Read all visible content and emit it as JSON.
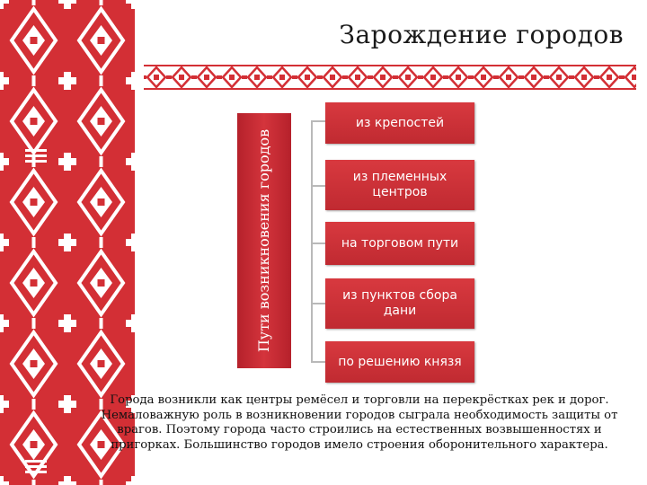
{
  "slide": {
    "title": "Зарождение городов",
    "vertical_label": "Пути возникновения городов",
    "branches": [
      "из крепостей",
      "из племенных центров",
      "на торговом пути",
      "из пунктов сбора дани",
      "по решению князя"
    ],
    "description": "Города возникли как центры ремёсел и торговли на перекрёстках рек и дорог. Немаловажную роль в возникновении городов сыграла необходимость защиты от врагов. Поэтому города часто строились на естественных возвышенностях и пригорках. Большинство городов имело строения оборонительного характера."
  },
  "colors": {
    "ornament_red": "#d32f35",
    "box_red": "#c8323a",
    "connector_gray": "#b9b9b9"
  },
  "decorations": [
    "folk-ornament-panel-icon",
    "folk-ornament-band-icon"
  ]
}
